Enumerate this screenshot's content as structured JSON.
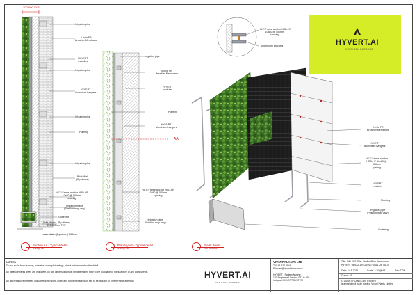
{
  "colors": {
    "accent_red": "#d42020",
    "brand_lime": "#d4ed26",
    "foliage": "#3f7a25",
    "steel": "#8a8f96"
  },
  "dimension_top": "300-500 TYP",
  "section_labels": [
    "Irrigation pipe",
    "Il-nvia FR\nBreather Membrane",
    "HYVERT\nmodules",
    "Irrigation pipe",
    "HYVERT\naluminium hangers",
    "Irrigation pipe",
    "Planting",
    "Irrigation pipe",
    "Brick Wall\n(By others)",
    "HILTI Frame anchor HRD-HF\n10x80 @ 500mm\nspacing",
    "Irrigation/mains\n(Position may vary)",
    "Guttering",
    "Side stems - (By others)\n200/300mm TYP",
    "max plate - (By others) 300mm"
  ],
  "plan_labels": [
    "Irrigation pipe",
    "Il-nvia FR\nBreather Membrane",
    "HYVERT\nmodules",
    "Planting",
    "HYVERT\naluminium hangers",
    "AA",
    "HILTI Frame anchor HRD-HF\n10x80 @ 500mm\nspacing",
    "Irrigation pipe\n(Position may vary)"
  ],
  "detail_labels": {
    "anchor": "HILTI Frame anchor HRD-HF\n10x80 @ 500mm\nspacing",
    "brackets": "Aluminium brackets"
  },
  "exploded_labels": [
    "Il-nvia FR\nBreather Membrane",
    "HYVERT\naluminium hangers",
    "HILTI Frame anchor\nHRD-HF 10x80 @\n500mm\nspacing",
    "HYVERT\nmodules",
    "Planting",
    "Irrigation pipe\n(Position may vary)",
    "Guttering"
  ],
  "captions": {
    "section": {
      "title": "Section AA - Typical detail",
      "scale": "1:10@ A3"
    },
    "plan": {
      "title": "Plan layout - Typical detail",
      "scale": "1:10@ A3"
    },
    "exploded": {
      "title": "Break down",
      "scale": "Not to scale"
    }
  },
  "brand": {
    "logo": "HYVERT.AI",
    "tag": "VERTICAL GARDENS"
  },
  "title_block": {
    "notes_heading": "NOTES",
    "notes": [
      "Do not scale from drawing, indicative concept drawings, check before construction detail",
      "All measurements given are indicative, on site dimensions must be determined prior to the purchase or manufacture of any components.",
      "All discrepancies between indicative dimensions given and those measured on site to be brought to Vivant Plants attention"
    ],
    "logo": "HYVERT.AI",
    "logo_tag": "VERTICAL GARDENS",
    "company": "VIVANT PLANTS LTD",
    "phone": "T 0161 820 4848",
    "email": "E hyvert@vivantplants.co.uk",
    "project_lines": [
      "HYVERT - Pattern Awning",
      "120 Registered Sectors 087 to 892",
      "Ind proof HYVERT SYSTEM"
    ],
    "info_lines": [
      "Title: DRL-001  Title: Section/Plan Breakdown",
      "HYVERT MODULAR LIVING WALL DETAILS"
    ],
    "grid": [
      "Date: 14.8.2024",
      "Scale: 1:10 @ A3",
      "Rev: TCM"
    ],
    "drawn": "Drawn: JS",
    "footer": [
      "© VIVANT PLANTS and HYVERT",
      "is a registered trade mark of Vivant Plants Limited"
    ]
  }
}
